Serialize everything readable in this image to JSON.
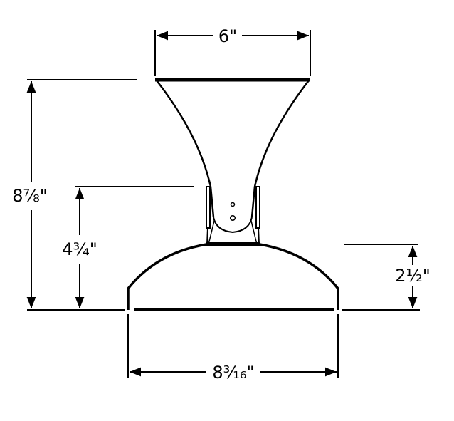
{
  "dimensions": {
    "top_width": "6\"",
    "overall_height": "8⅞\"",
    "collar_height": "4¾\"",
    "dome_height": "2½\"",
    "base_width": "8³⁄₁₆\""
  },
  "colors": {
    "line": "#000000",
    "background": "#ffffff"
  }
}
